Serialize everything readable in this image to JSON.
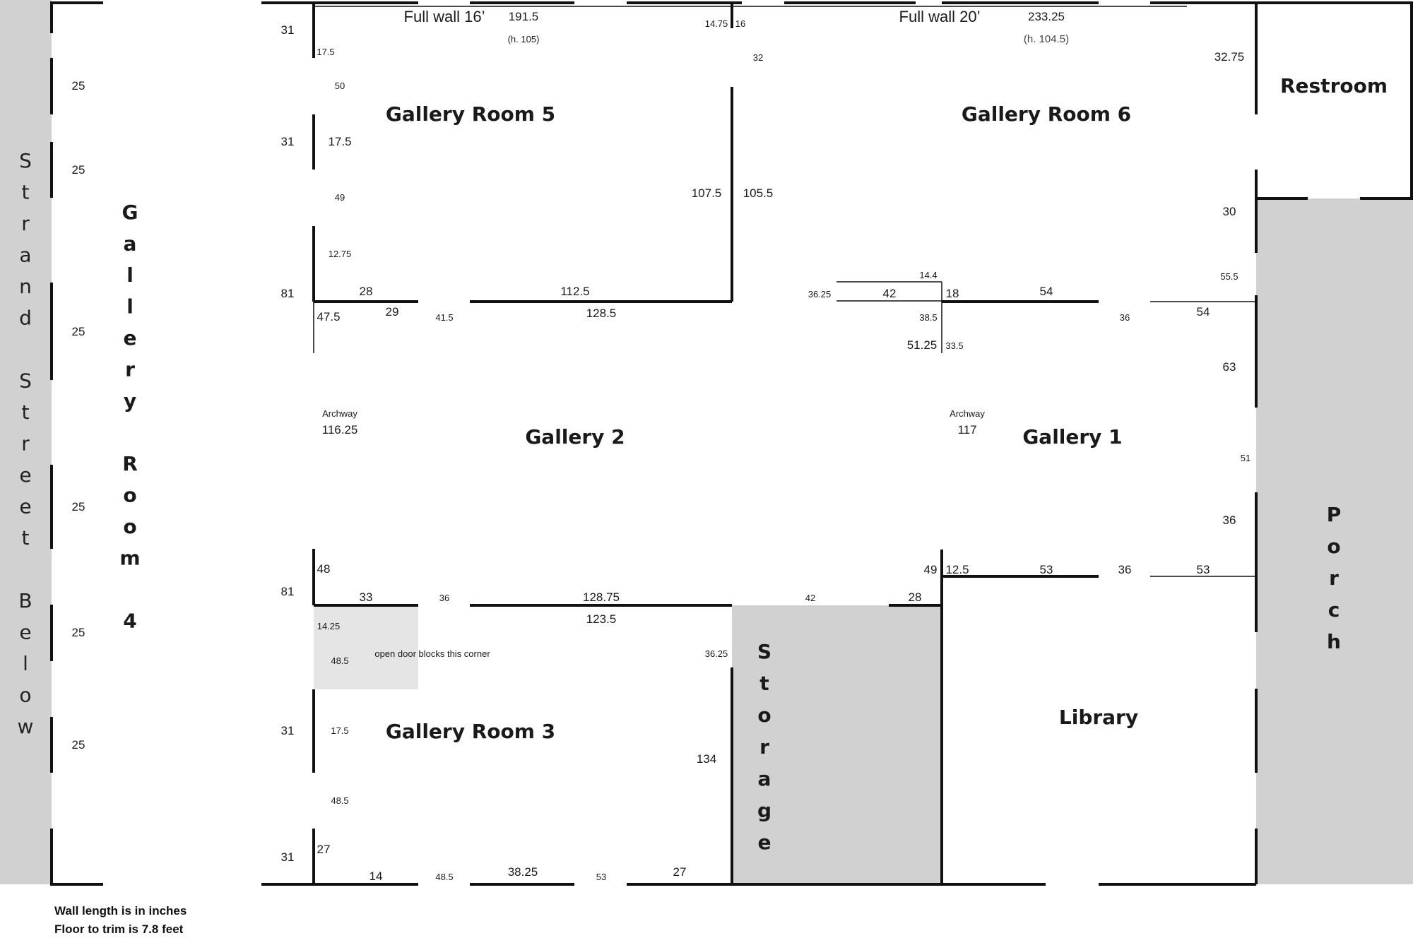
{
  "rooms": {
    "gallery_room_5": "Gallery Room 5",
    "gallery_room_6": "Gallery Room 6",
    "gallery_2": "Gallery 2",
    "gallery_1": "Gallery 1",
    "gallery_room_3": "Gallery Room 3",
    "library": "Library",
    "restroom": "Restroom"
  },
  "vertical_labels": {
    "strand_street_below": "Strand Street Below",
    "gallery_room_4": "Gallery Room 4",
    "storage": "Storage",
    "porch": "Porch"
  },
  "top_walls": {
    "left_title": "Full wall 16’",
    "left_length": "191.5",
    "left_height": "(h. 105)",
    "right_title": "Full wall 20’",
    "right_length": "233.25",
    "right_height": "(h. 104.5)"
  },
  "archways": {
    "left_label": "Archway",
    "left_value": "116.25",
    "right_label": "Archway",
    "right_value": "117"
  },
  "annotation": "open door blocks this corner",
  "notes": [
    "Wall length is in inches",
    "Floor to trim is 7.8 feet"
  ],
  "measurements": {
    "g4_1": "25",
    "g4_2": "25",
    "g4_3": "25",
    "g4_4": "25",
    "g4_5": "25",
    "g4_6": "25",
    "a31": "31",
    "a175": "17.5",
    "a50": "50",
    "b31": "31",
    "b175": "17.5",
    "a49": "49",
    "a1275": "12.75",
    "a81": "81",
    "a28": "28",
    "a475": "47.5",
    "a29": "29",
    "a415": "41.5",
    "a1125": "112.5",
    "a1285": "128.5",
    "a1475": "14.75",
    "a16": "16",
    "a32": "32",
    "a1075": "107.5",
    "a1055": "105.5",
    "a3275": "32.75",
    "a30": "30",
    "a144": "14.4",
    "a3625": "36.25",
    "a42": "42",
    "a18": "18",
    "a54": "54",
    "a555": "55.5",
    "a36": "36",
    "b54": "54",
    "a385": "38.5",
    "a5125": "51.25",
    "a335": "33.5",
    "a63": "63",
    "a51": "51",
    "b36": "36",
    "a48": "48",
    "b81": "81",
    "a33": "33",
    "c36": "36",
    "a12875": "128.75",
    "a1235": "123.5",
    "b42": "42",
    "b28": "28",
    "b49": "49",
    "a125": "12.5",
    "a53": "53",
    "d36": "36",
    "b53": "53",
    "a1425": "14.25",
    "a485": "48.5",
    "b3625": "36.25",
    "c31": "31",
    "c175": "17.5",
    "a134": "134",
    "b485": "48.5",
    "d31": "31",
    "a27": "27",
    "a14": "14",
    "c485": "48.5",
    "a3825": "38.25",
    "c53": "53",
    "b27": "27"
  }
}
